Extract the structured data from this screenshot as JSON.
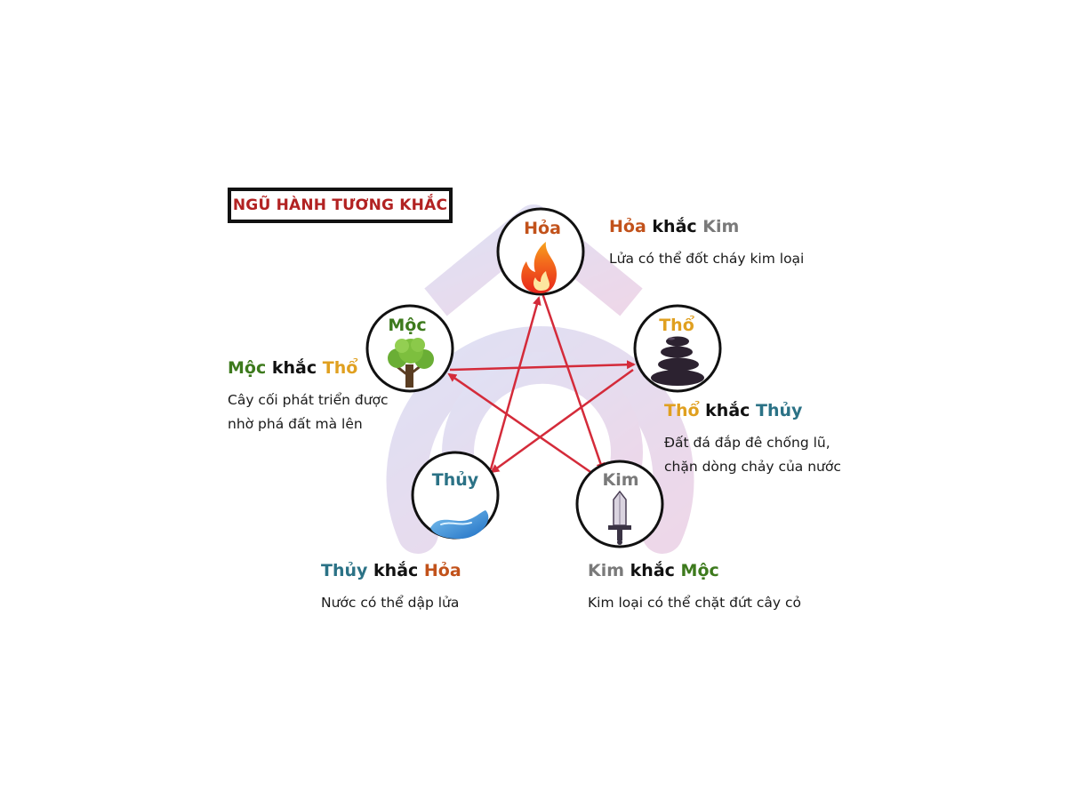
{
  "title": "NGŨ HÀNH TƯƠNG KHẮC",
  "colors": {
    "hoa": "#c2521b",
    "tho": "#e0a020",
    "kim": "#7a7a7a",
    "thuy": "#2b7286",
    "moc": "#3d7a1d",
    "arrow": "#d42b3a",
    "title": "#b22222"
  },
  "elements": {
    "hoa": {
      "name": "Hỏa",
      "icon": "fire-icon"
    },
    "tho": {
      "name": "Thổ",
      "icon": "stone-stack-icon"
    },
    "kim": {
      "name": "Kim",
      "icon": "sword-icon"
    },
    "thuy": {
      "name": "Thủy",
      "icon": "water-wave-icon"
    },
    "moc": {
      "name": "Mộc",
      "icon": "tree-icon"
    }
  },
  "relations": {
    "verb": "khắc",
    "hoa_kim": {
      "desc": "Lửa có thể đốt cháy kim loại"
    },
    "tho_thuy": {
      "desc": "Đất đá đắp đê chống lũ,\nchặn dòng chảy của nước"
    },
    "kim_moc": {
      "desc": "Kim loại có thể chặt đứt cây cỏ"
    },
    "thuy_hoa": {
      "desc": "Nước có thể dập lửa"
    },
    "moc_tho": {
      "desc": "Cây cối phát triển được\nnhờ phá đất mà lên"
    }
  }
}
